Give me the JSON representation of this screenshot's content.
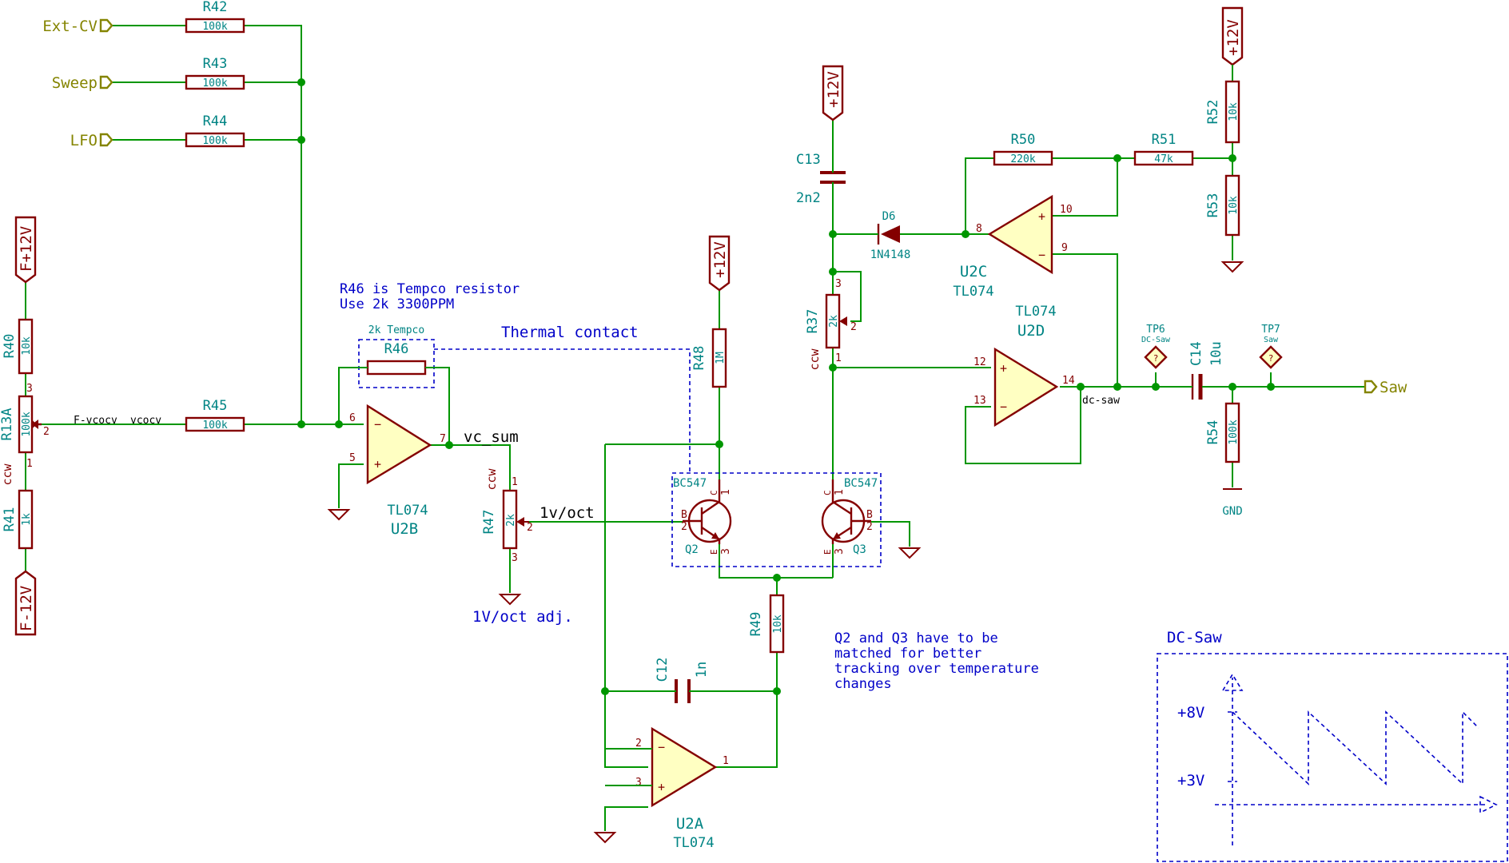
{
  "ports": {
    "ext_cv": "Ext-CV",
    "sweep": "Sweep",
    "lfo": "LFO",
    "saw": "Saw"
  },
  "power": {
    "fp12": "F+12V",
    "fm12": "F-12V",
    "p12": "+12V",
    "gnd": "GND"
  },
  "resistors": {
    "r37": {
      "ref": "R37",
      "value": "2k"
    },
    "r40": {
      "ref": "R40",
      "value": "10k"
    },
    "r41": {
      "ref": "R41",
      "value": "1k"
    },
    "r42": {
      "ref": "R42",
      "value": "100k"
    },
    "r43": {
      "ref": "R43",
      "value": "100k"
    },
    "r44": {
      "ref": "R44",
      "value": "100k"
    },
    "r45": {
      "ref": "R45",
      "value": "100k"
    },
    "r46": {
      "ref": "R46",
      "value": "2k Tempco"
    },
    "r47": {
      "ref": "R47",
      "value": "2k"
    },
    "r48": {
      "ref": "R48",
      "value": "1M"
    },
    "r49": {
      "ref": "R49",
      "value": "10k"
    },
    "r50": {
      "ref": "R50",
      "value": "220k"
    },
    "r51": {
      "ref": "R51",
      "value": "47k"
    },
    "r52": {
      "ref": "R52",
      "value": "10k"
    },
    "r53": {
      "ref": "R53",
      "value": "10k"
    },
    "r54": {
      "ref": "R54",
      "value": "100k"
    },
    "r13a": {
      "ref": "R13A",
      "value": "100k"
    }
  },
  "capacitors": {
    "c12": {
      "ref": "C12",
      "value": "1n"
    },
    "c13": {
      "ref": "C13",
      "value": "2n2"
    },
    "c14": {
      "ref": "C14",
      "value": "10u"
    }
  },
  "diode": {
    "ref": "D6",
    "value": "1N4148"
  },
  "transistors": {
    "q2": {
      "ref": "Q2",
      "value": "BC547"
    },
    "q3": {
      "ref": "Q3",
      "value": "BC547"
    },
    "pin_b": "B",
    "pin_c": "C",
    "pin_e": "E"
  },
  "opamps": {
    "u2a": {
      "ref": "U2A",
      "value": "TL074"
    },
    "u2b": {
      "ref": "U2B",
      "value": "TL074"
    },
    "u2c": {
      "ref": "U2C",
      "value": "TL074"
    },
    "u2d": {
      "ref": "U2D",
      "value": "TL074"
    }
  },
  "testpoints": {
    "tp6": {
      "ref": "TP6",
      "value": "DC-Saw"
    },
    "tp7": {
      "ref": "TP7",
      "value": "Saw"
    },
    "mark": "?"
  },
  "nets": {
    "f_vcocv": "F-vcocv",
    "vcocv": "vcocv",
    "vc_sum": "vc_sum",
    "one_v_oct": "1v/oct",
    "dc_saw": "dc-saw"
  },
  "ccw": "ccw",
  "notes": {
    "tempco_line1": "R46 is Tempco resistor",
    "tempco_line2": "Use 2k 3300PPM",
    "thermal": "Thermal contact",
    "adj": "1V/oct adj.",
    "matched1": "Q2 and Q3 have to be",
    "matched2": "matched for better",
    "matched3": "tracking over temperature",
    "matched4": "changes"
  },
  "waveform": {
    "title": "DC-Saw",
    "high_label": "+8V",
    "low_label": "+3V",
    "high_level": 8,
    "low_level": 3
  },
  "pins": {
    "p1": "1",
    "p2": "2",
    "p3": "3",
    "p5": "5",
    "p6": "6",
    "p7": "7",
    "p8": "8",
    "p9": "9",
    "p10": "10",
    "p12": "12",
    "p13": "13",
    "p14": "14",
    "minus": "−",
    "plus": "+"
  },
  "colors": {
    "wire": "#009600",
    "component": "#840000",
    "opamp_fill": "#ffffc2",
    "text_ref": "#008484",
    "note": "#0000c8",
    "port": "#848400"
  }
}
